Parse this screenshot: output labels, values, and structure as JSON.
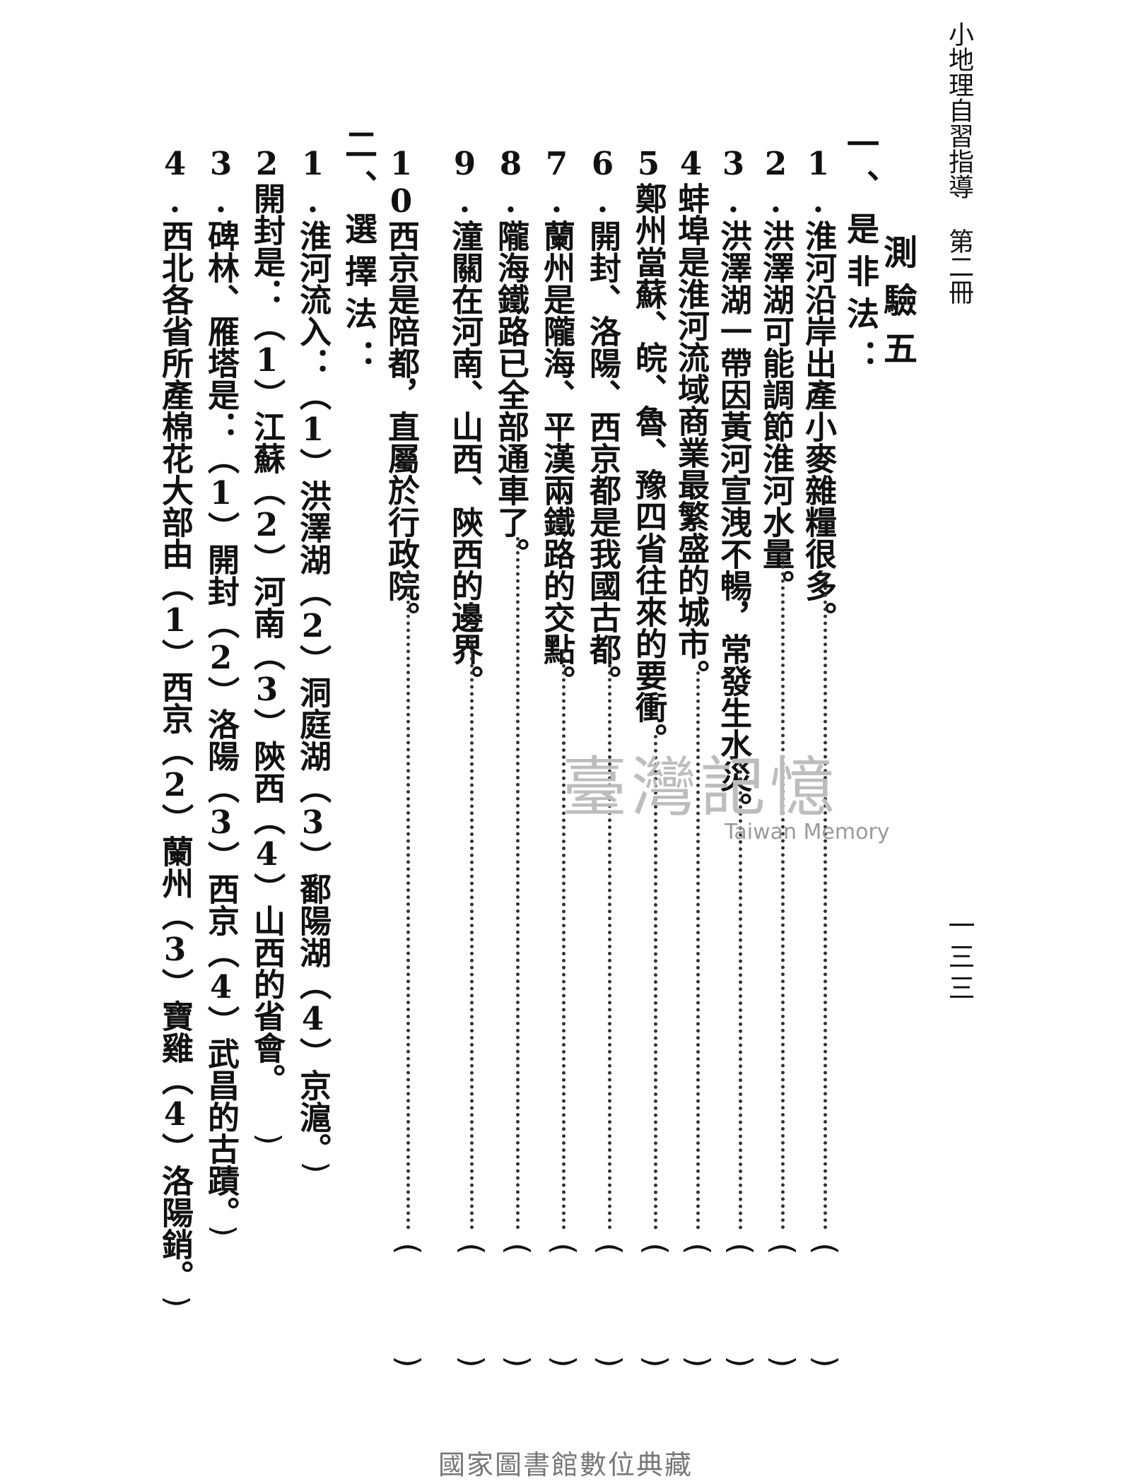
{
  "header": {
    "running_title": "小地理自習指導 第二冊",
    "page_number": "一三三"
  },
  "test_title": "測驗五",
  "section1": {
    "title": "一、是非法：",
    "items": [
      {
        "num": "1.",
        "text": "淮河沿岸出產小麥雜糧很多。"
      },
      {
        "num": "2.",
        "text": "洪澤湖可能調節淮河水量。"
      },
      {
        "num": "3.",
        "text": "洪澤湖一帶因黃河宣洩不暢，常發生水災。"
      },
      {
        "num": "4",
        "text": "蚌埠是淮河流域商業最繁盛的城市。"
      },
      {
        "num": "5",
        "text": "鄭州當蘇、皖、魯、豫四省往來的要衝。"
      },
      {
        "num": "6.",
        "text": "開封、洛陽、西京都是我國古都。"
      },
      {
        "num": "7.",
        "text": "蘭州是隴海、平漢兩鐵路的交點。"
      },
      {
        "num": "8.",
        "text": "隴海鐵路已全部通車了。"
      },
      {
        "num": "9.",
        "text": "潼關在河南、山西、陝西的邊界。"
      },
      {
        "num": "10",
        "text": "西京是陪都，直屬於行政院。"
      }
    ]
  },
  "section2": {
    "title": "二、選擇法：",
    "items": [
      {
        "num": "1.",
        "text": "淮河流入：（1）洪澤湖（2）洞庭湖（3）鄱陽湖（4）京滬。"
      },
      {
        "num": "2",
        "text": "開封是：（1）江蘇（2）河南（3）陝西（4）山西的省會。"
      },
      {
        "num": "3.",
        "text": "碑林、雁塔是：（1）開封（2）洛陽（3）西京（4）武昌的古蹟。"
      },
      {
        "num": "4.",
        "text": "西北各省所產棉花大部由（1）西京（2）蘭州（3）寶雞（4）洛陽銷。"
      }
    ]
  },
  "watermark": {
    "zh": "臺灣記憶",
    "en": "Taiwan Memory"
  },
  "footer": "國家圖書館數位典藏"
}
